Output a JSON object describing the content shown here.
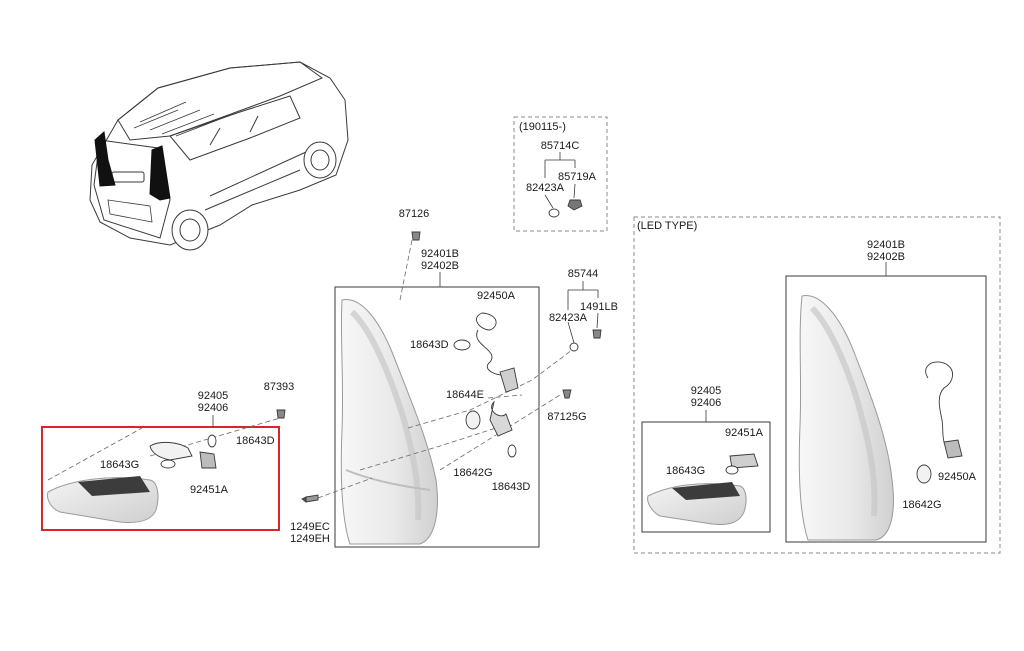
{
  "diagram": {
    "boxes": {
      "revision_title": "(190115-)",
      "led_title": "(LED TYPE)"
    },
    "labels": {
      "p87126": "87126",
      "p92401B_main": "92401B",
      "p92402B_main": "92402B",
      "p92450A_main": "92450A",
      "p18643D_top": "18643D",
      "p18644E": "18644E",
      "p18642G_main": "18642G",
      "p18643D_bottom": "18643D",
      "p85744": "85744",
      "p82423A_right": "82423A",
      "p1491LB": "1491LB",
      "p87125G": "87125G",
      "p1249EC": "1249EC",
      "p1249EH": "1249EH",
      "p85714C": "85714C",
      "p82423A_rev": "82423A",
      "p85719A": "85719A",
      "p92405_left": "92405",
      "p92406_left": "92406",
      "p87393": "87393",
      "p18643D_left": "18643D",
      "p18643G_left": "18643G",
      "p92451A_left": "92451A",
      "p92405_led": "92405",
      "p92406_led": "92406",
      "p92451A_led": "92451A",
      "p18643G_led": "18643G",
      "p92401B_led": "92401B",
      "p92402B_led": "92402B",
      "p92450A_led": "92450A",
      "p18642G_led": "18642G"
    },
    "colors": {
      "line": "#3a3a3a",
      "highlight": "#d9252a",
      "dash": "#8a8a8a",
      "lamp_fill": "#eeeeee",
      "lamp_shade": "#d6d6d6",
      "lens_dark": "#3c3c3c"
    }
  }
}
